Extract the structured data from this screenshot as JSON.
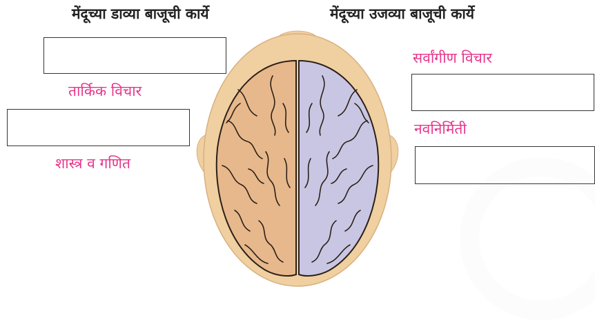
{
  "headings": {
    "left": "मेंदूच्या डाव्या बाजूची कार्ये",
    "right": "मेंदूच्या उजव्या बाजूची कार्ये"
  },
  "left_labels": [
    "तार्किक विचार",
    "शास्त्र व गणित"
  ],
  "right_labels": [
    "सर्वांगीण विचार",
    "नवनिर्मिती"
  ],
  "colors": {
    "label": "#e7358b",
    "left_hemisphere": "#e7b88c",
    "right_hemisphere": "#c9c6e3",
    "head": "#f0cfa0",
    "box_border": "#333333"
  }
}
